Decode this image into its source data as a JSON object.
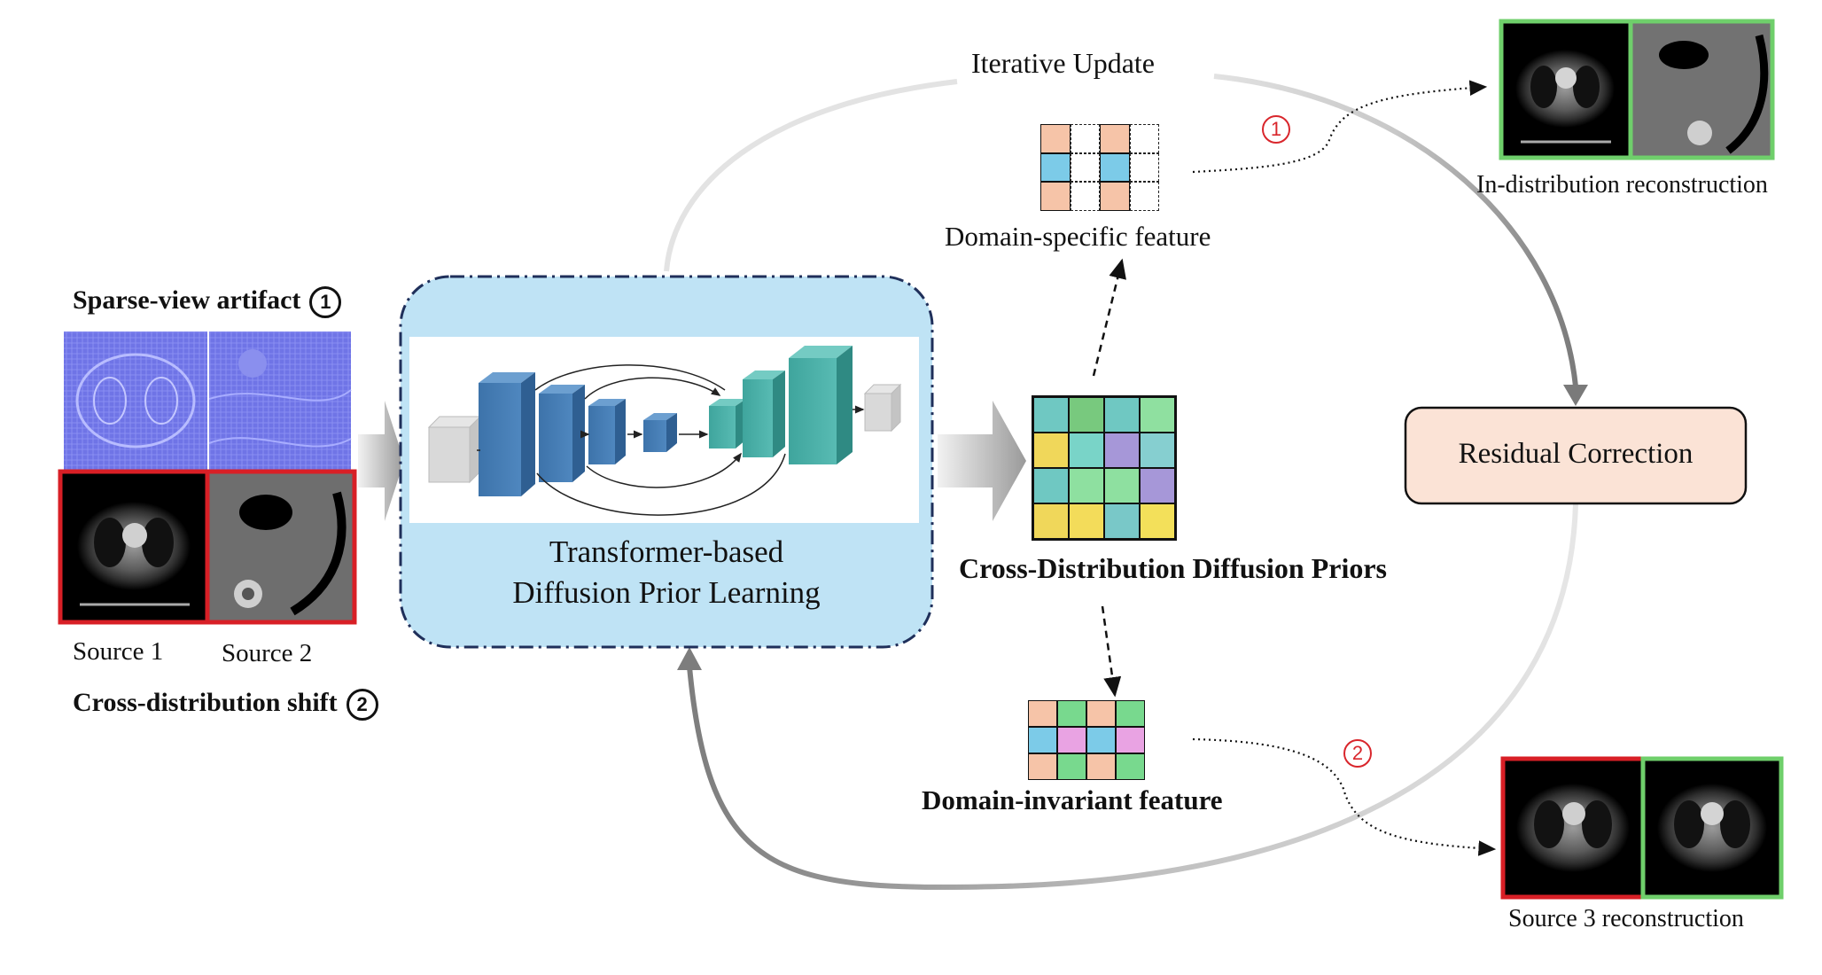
{
  "labels": {
    "iterative_update": "Iterative Update",
    "sparse_view": "Sparse-view artifact",
    "cross_shift": "Cross-distribution shift",
    "source1": "Source 1",
    "source2": "Source 2",
    "transformer_line1": "Transformer-based",
    "transformer_line2": "Diffusion Prior Learning",
    "cross_priors": "Cross-Distribution Diffusion Priors",
    "domain_specific": "Domain-specific feature",
    "domain_invariant": "Domain-invariant feature",
    "residual": "Residual Correction",
    "in_dist": "In-distribution reconstruction",
    "source3": "Source 3 reconstruction",
    "mark1": "①",
    "mark2": "②",
    "mark1_small": "1",
    "mark2_small": "2"
  },
  "colors": {
    "peach": "#f6c4a8",
    "blue_cell": "#7ccbe8",
    "teal": "#6fc8c2",
    "green_cell": "#78d98e",
    "purple": "#b39ddb",
    "yellow": "#f3dc5a",
    "pink": "#e9a3e3",
    "light_green": "#8fe08a",
    "panel_blue": "#bfe3f5",
    "residual_fill": "#fbe3d6",
    "red_border": "#d81f26",
    "green_border": "#6fcf6b",
    "unet_blue": "#4a7fb3",
    "unet_teal": "#4fb0a8"
  },
  "prior_grid": [
    [
      "#6fc8c2",
      "#78c97e",
      "#6fc8c2",
      "#8fe0a0"
    ],
    [
      "#f0d75a",
      "#79d4c8",
      "#a697d8",
      "#86cfd0"
    ],
    [
      "#6fc8c2",
      "#8ee0a0",
      "#8ee0a0",
      "#a697d8"
    ],
    [
      "#f0d75a",
      "#f3dc5a",
      "#79c8c8",
      "#f3e05a"
    ]
  ],
  "specific_grid": [
    [
      "#f6c4a8",
      "",
      "#f6c4a8",
      ""
    ],
    [
      "#7ccbe8",
      "",
      "#7ccbe8",
      ""
    ],
    [
      "#f6c4a8",
      "",
      "#f6c4a8",
      ""
    ]
  ],
  "invariant_grid": [
    [
      "#f6c4a8",
      "#78d98e",
      "#f6c4a8",
      "#78d98e"
    ],
    [
      "#7ccbe8",
      "#e9a3e3",
      "#7ccbe8",
      "#e9a3e3"
    ],
    [
      "#f6c4a8",
      "#78d98e",
      "#f6c4a8",
      "#78d98e"
    ]
  ]
}
